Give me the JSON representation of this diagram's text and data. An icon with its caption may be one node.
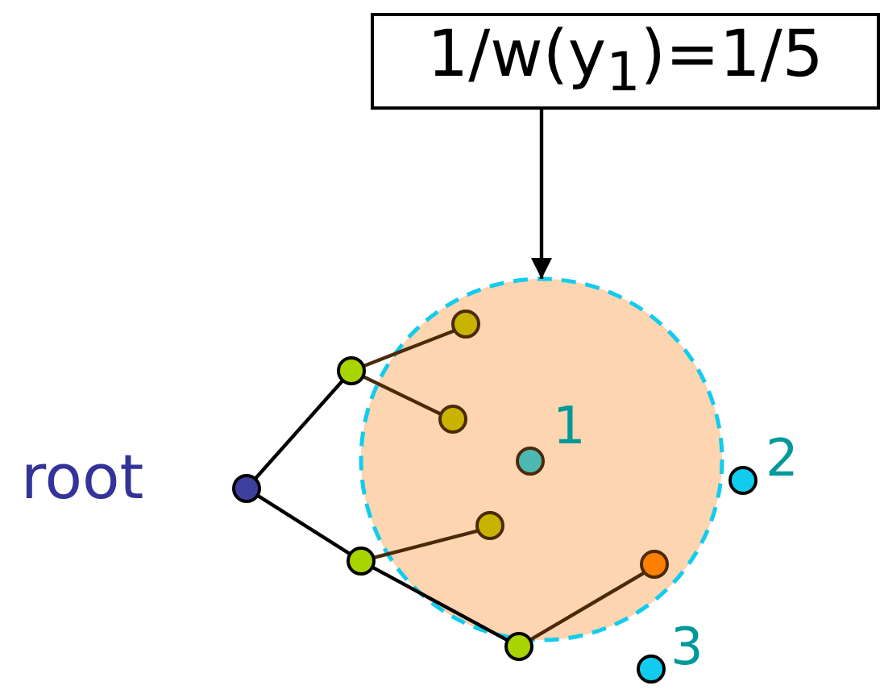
{
  "diagram": {
    "nodes": [
      {
        "text": [
          "1/w(y$_{1}$)=1/5"
        ]
      },
      {
        "text": [],
        "shape": "circle"
      },
      {
        "text": [],
        "shape": "circle",
        "beside": [
          "root"
        ]
      },
      {
        "text": [],
        "shape": "circle"
      },
      {
        "text": [],
        "shape": "circle"
      },
      {
        "text": [],
        "shape": "circle",
        "in": 1
      },
      {
        "text": [],
        "shape": "circle",
        "in": 1
      },
      {
        "text": [],
        "shape": "circle",
        "in": 1,
        "beside": [
          "1"
        ]
      },
      {
        "text": [],
        "shape": "circle",
        "in": 1
      },
      {
        "text": [],
        "shape": "circle",
        "in": 1
      },
      {
        "text": [],
        "shape": "circle"
      },
      {
        "text": [],
        "shape": "circle",
        "beside": [
          "2"
        ]
      },
      {
        "text": [],
        "shape": "circle",
        "beside": [
          "3"
        ]
      }
    ],
    "edges": [
      {
        "from": 0,
        "to": 1,
        "arrow": "to"
      },
      {
        "from": 2,
        "to": 3,
        "arrow": "none"
      },
      {
        "from": 2,
        "to": 4,
        "arrow": "none"
      },
      {
        "from": 3,
        "to": 5,
        "arrow": "none",
        "color": "#4a2a0a"
      },
      {
        "from": 3,
        "to": 6,
        "arrow": "none",
        "color": "#4a2a0a"
      },
      {
        "from": 4,
        "to": 8,
        "arrow": "none",
        "color": "#4a2a0a"
      },
      {
        "from": 4,
        "to": 10,
        "arrow": "none"
      },
      {
        "from": 10,
        "to": 9,
        "arrow": "none",
        "color": "#4a2a0a"
      }
    ]
  }
}
